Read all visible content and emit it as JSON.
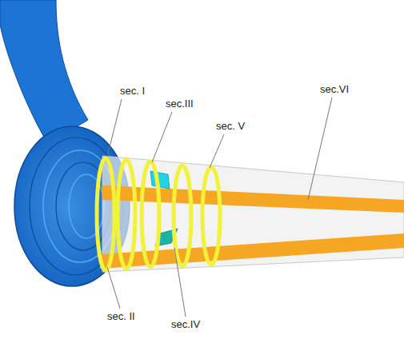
{
  "diagram": {
    "labels": [
      "sec. I",
      "sec.III",
      "sec. V",
      "sec.VI",
      "sec. II",
      "sec.IV"
    ]
  }
}
